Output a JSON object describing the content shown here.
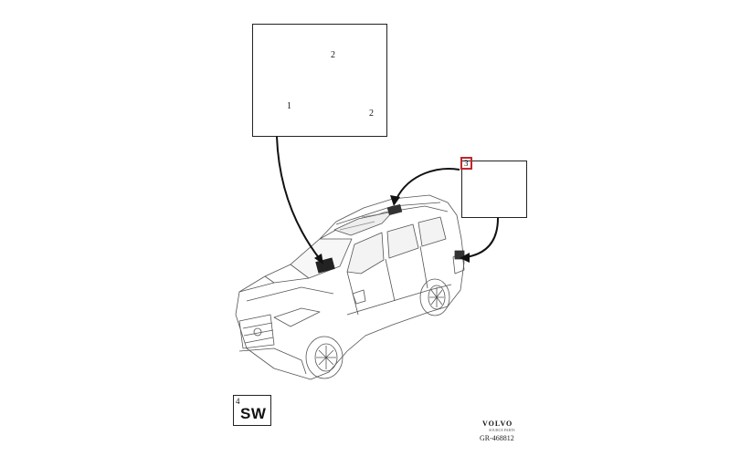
{
  "callouts": {
    "part_1": "1",
    "part_2a": "2",
    "part_2b": "2",
    "part_3": "3",
    "note_4": "4"
  },
  "sw_label": "SW",
  "brand": {
    "name": "VOLVO",
    "sub": "SOURCE PARTS"
  },
  "figure_ref": "GR-468812",
  "colors": {
    "highlight": "#c0272d",
    "line": "#222222"
  }
}
